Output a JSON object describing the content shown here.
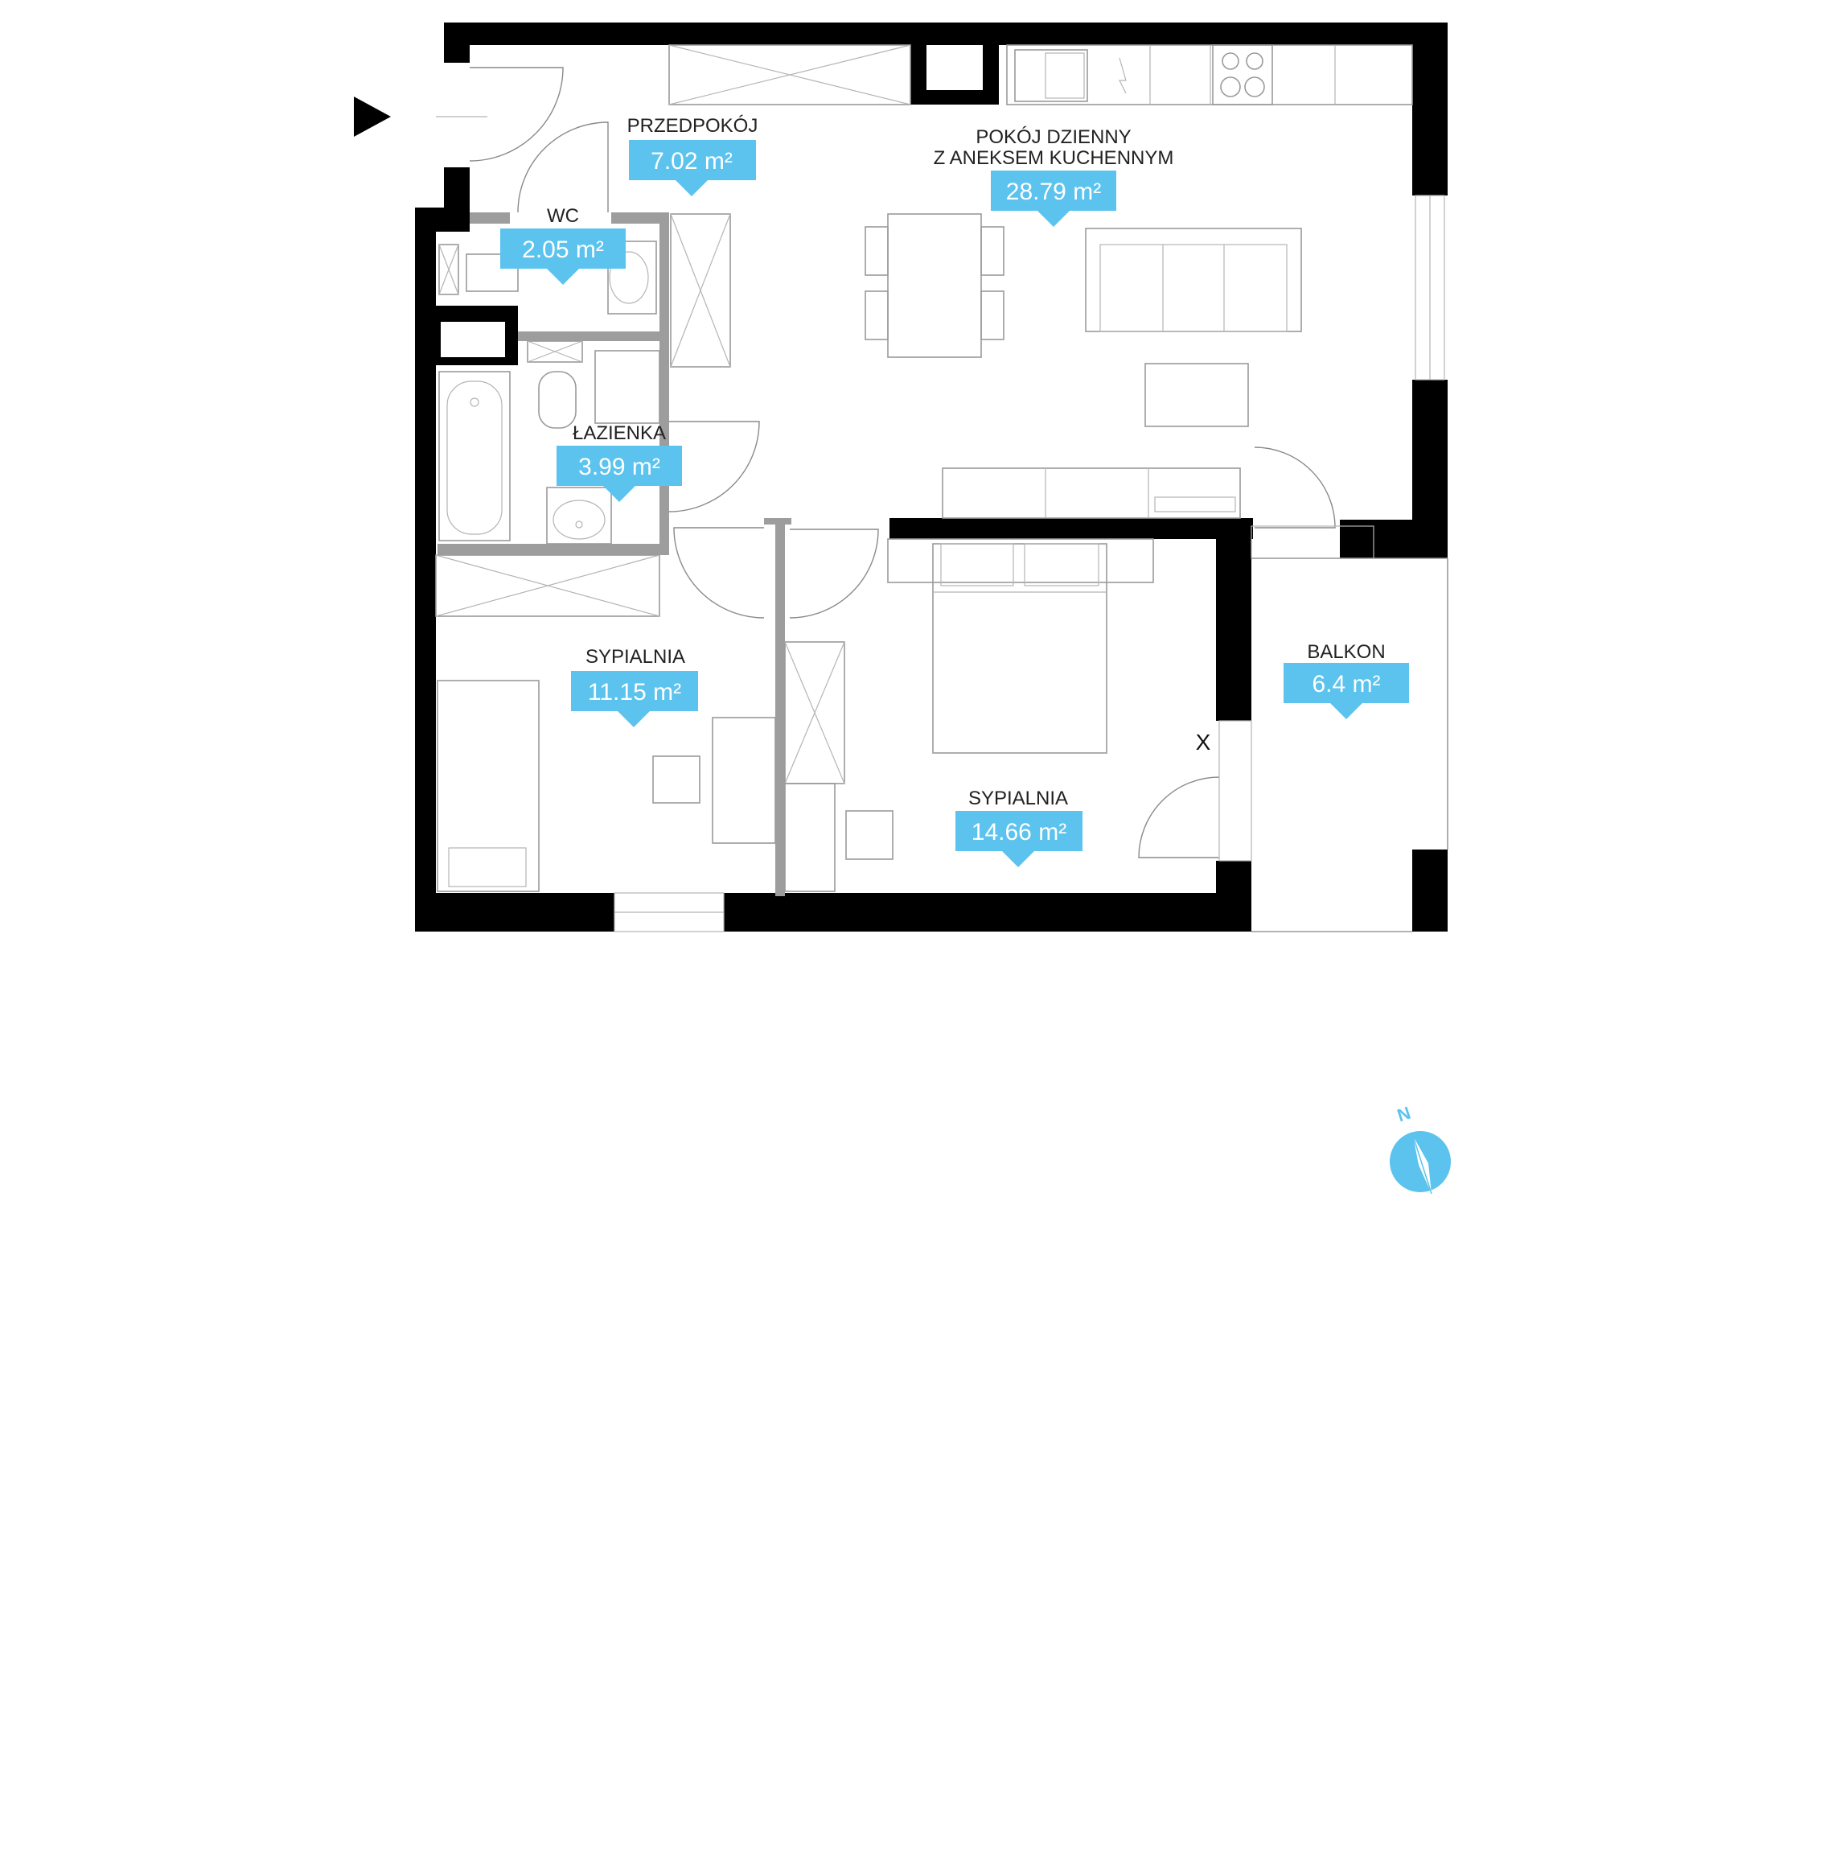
{
  "colors": {
    "accent": "#5bc3ee",
    "wall": "#000000",
    "partition": "#9d9d9d",
    "furniture": "#9a9a9a"
  },
  "rooms": [
    {
      "id": "przedpokoj",
      "label": "PRZEDPOKÓJ",
      "area": "7.02 m²"
    },
    {
      "id": "wc",
      "label": "WC",
      "area": "2.05 m²"
    },
    {
      "id": "pokoj-dzienny",
      "label": "POKÓJ DZIENNY",
      "label2": "Z ANEKSEM KUCHENNYM",
      "area": "28.79 m²"
    },
    {
      "id": "lazienka",
      "label": "ŁAZIENKA",
      "area": "3.99 m²"
    },
    {
      "id": "sypialnia-1",
      "label": "SYPIALNIA",
      "area": "11.15 m²"
    },
    {
      "id": "sypialnia-2",
      "label": "SYPIALNIA",
      "area": "14.66 m²"
    },
    {
      "id": "balkon",
      "label": "BALKON",
      "area": "6.4 m²"
    }
  ],
  "marker": "X",
  "compass": {
    "label": "N",
    "icon": "compass-icon"
  },
  "entrance": {
    "icon": "entrance-arrow-icon"
  }
}
